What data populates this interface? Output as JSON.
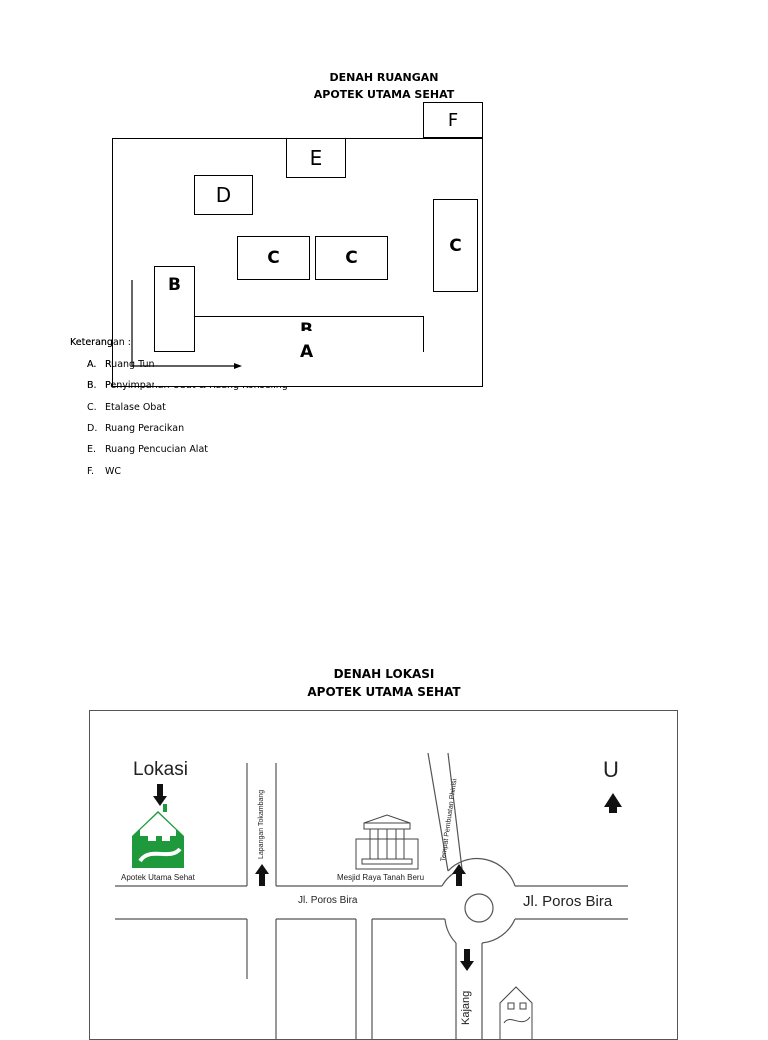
{
  "room_plan": {
    "title_line1": "DENAH RUANGAN",
    "title_line2": "APOTEK UTAMA SEHAT",
    "rooms": {
      "f": "F",
      "e": "E",
      "d": "D",
      "c1": "C",
      "c2": "C",
      "c3": "C",
      "b": "B",
      "b_cut": "B",
      "a": "A"
    },
    "legend_title": "Keterangan :",
    "legend": [
      {
        "letter": "A.",
        "text": "Ruang Tunggu"
      },
      {
        "letter": "B.",
        "text": "Penyimpanan Obat & Ruang Konseling"
      },
      {
        "letter": "C.",
        "text": "Etalase Obat"
      },
      {
        "letter": "D.",
        "text": "Ruang Peracikan"
      },
      {
        "letter": "E.",
        "text": "Ruang Pencucian Alat"
      },
      {
        "letter": "F.",
        "text": "WC"
      }
    ]
  },
  "location_map": {
    "title_line1": "DENAH LOKASI",
    "title_line2": "APOTEK UTAMA SEHAT",
    "lokasi_label": "Lokasi",
    "north_label": "U",
    "pharmacy_label": "Apotek Utama Sehat",
    "mosque_label": "Mesjid Raya Tanah Beru",
    "road_left": "Jl. Poros Bira",
    "road_right": "Jl. Poros Bira",
    "street_vertical_1": "Lapangan Tokambang",
    "street_vertical_2": "Tempat Pembuatan Phinisi",
    "street_vertical_3": "Kajang",
    "colors": {
      "pharmacy_green": "#1e9a3c",
      "line": "#555555"
    }
  }
}
